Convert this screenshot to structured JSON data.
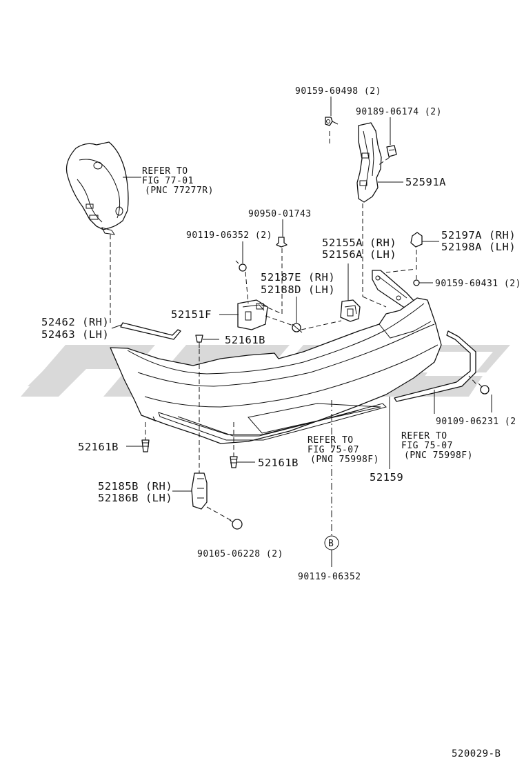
{
  "diagram_id": "520029-B",
  "labels": {
    "p90159_60498": "90159-60498 (2)",
    "p90189_06174": "90189-06174 (2)",
    "p52591a": "52591A",
    "refer_77_line1": "REFER TO",
    "refer_77_line2": "FIG 77-01",
    "refer_77_line3": "(PNC 77277R)",
    "p90950_01743": "90950-01743",
    "p90119_06352_2": "90119-06352 (2)",
    "p52155a": "52155A (RH)",
    "p52156a": "52156A (LH)",
    "p52197a": "52197A (RH)",
    "p52198a": "52198A (LH)",
    "p52187e": "52187E (RH)",
    "p52188d": "52188D (LH)",
    "p90159_60431": "90159-60431 (2)",
    "p52151f": "52151F",
    "p52462": "52462 (RH)",
    "p52463": "52463 (LH)",
    "p52161b_top": "52161B",
    "p52161b_left": "52161B",
    "p52161b_mid": "52161B",
    "p90109_06231": "90109-06231 (2",
    "refer_75a_line1": "REFER TO",
    "refer_75a_line2": "FIG 75-07",
    "refer_75a_line3": "(PNC 75998F)",
    "refer_75b_line1": "REFER TO",
    "refer_75b_line2": "FIG 75-07",
    "refer_75b_line3": "(PNC 75998F)",
    "p52159": "52159",
    "p52185b": "52185B (RH)",
    "p52186b": "52186B (LH)",
    "p90105_06228": "90105-06228 (2)",
    "b_marker": "B",
    "p90119_06352": "90119-06352"
  },
  "colors": {
    "line": "#111111",
    "watermark": "#d9d9d9",
    "background": "#ffffff"
  }
}
